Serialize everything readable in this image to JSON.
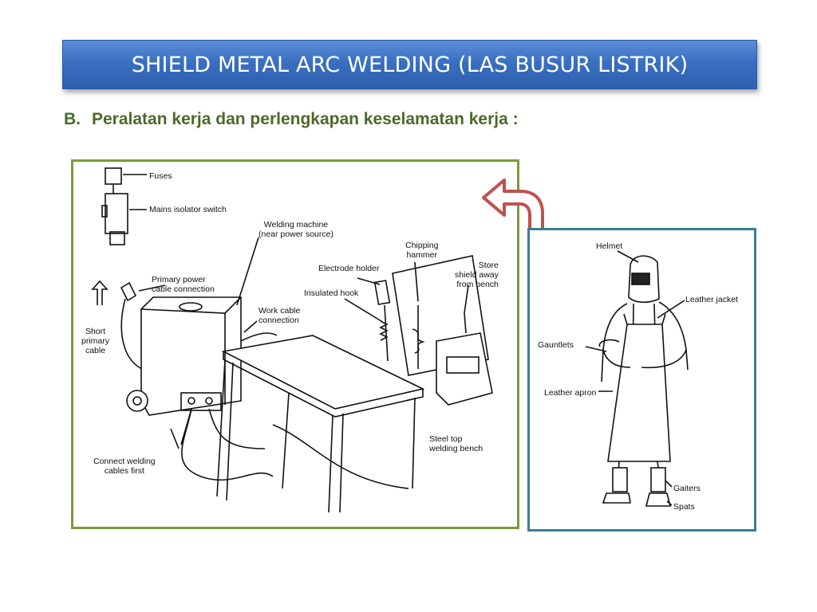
{
  "slide": {
    "title": "SHIELD METAL ARC WELDING (LAS BUSUR LISTRIK)",
    "subtitle_marker": "B.",
    "subtitle_text": "Peralatan kerja dan perlengkapan keselamatan kerja :"
  },
  "workshop_figure": {
    "labels": {
      "fuses": "Fuses",
      "mains_isolator": "Mains isolator switch",
      "welding_machine": "Welding machine\n(near power source)",
      "primary_power": "Primary power\ncable connection",
      "chipping_hammer": "Chipping\nhammer",
      "store_shield": "Store\nshield away\nfrom bench",
      "electrode_holder": "Electrode holder",
      "insulated_hook": "Insulated hook",
      "short_primary": "Short\nprimary\ncable",
      "work_cable": "Work cable\nconnection",
      "steel_top": "Steel top\nwelding bench",
      "connect_cables": "Connect welding\ncables first"
    }
  },
  "ppe_figure": {
    "labels": {
      "helmet": "Helmet",
      "leather_jacket": "Leather jacket",
      "gauntlets": "Gauntlets",
      "leather_apron": "Leather apron",
      "gaiters": "Gaiters",
      "spats": "Spats"
    }
  },
  "colors": {
    "title_bar": "#3a6fc0",
    "subtitle": "#4a6a2a",
    "left_border": "#7a9a3a",
    "right_border": "#3a7f92",
    "arrow": "#c0504d"
  }
}
